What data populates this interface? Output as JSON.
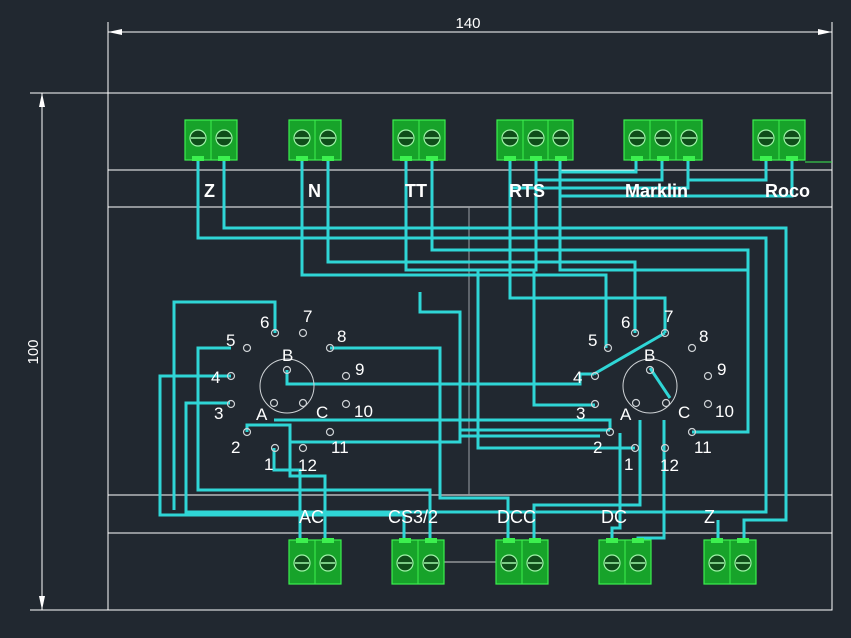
{
  "dimensions": {
    "width": "140",
    "height": "100"
  },
  "top_terminals": [
    "Z",
    "N",
    "TT",
    "RTS",
    "Marklin",
    "Roco"
  ],
  "bottom_terminals": [
    "AC",
    "CS3/2",
    "DCC",
    "DC",
    "Z"
  ],
  "switch_positions": [
    "1",
    "2",
    "3",
    "4",
    "5",
    "6",
    "7",
    "8",
    "9",
    "10",
    "11",
    "12"
  ],
  "switch_poles": [
    "A",
    "B",
    "C"
  ],
  "colors": {
    "background": "#212830",
    "wire": "#2fd6d6",
    "terminal": "#17a32a",
    "frame": "#ffffff"
  }
}
